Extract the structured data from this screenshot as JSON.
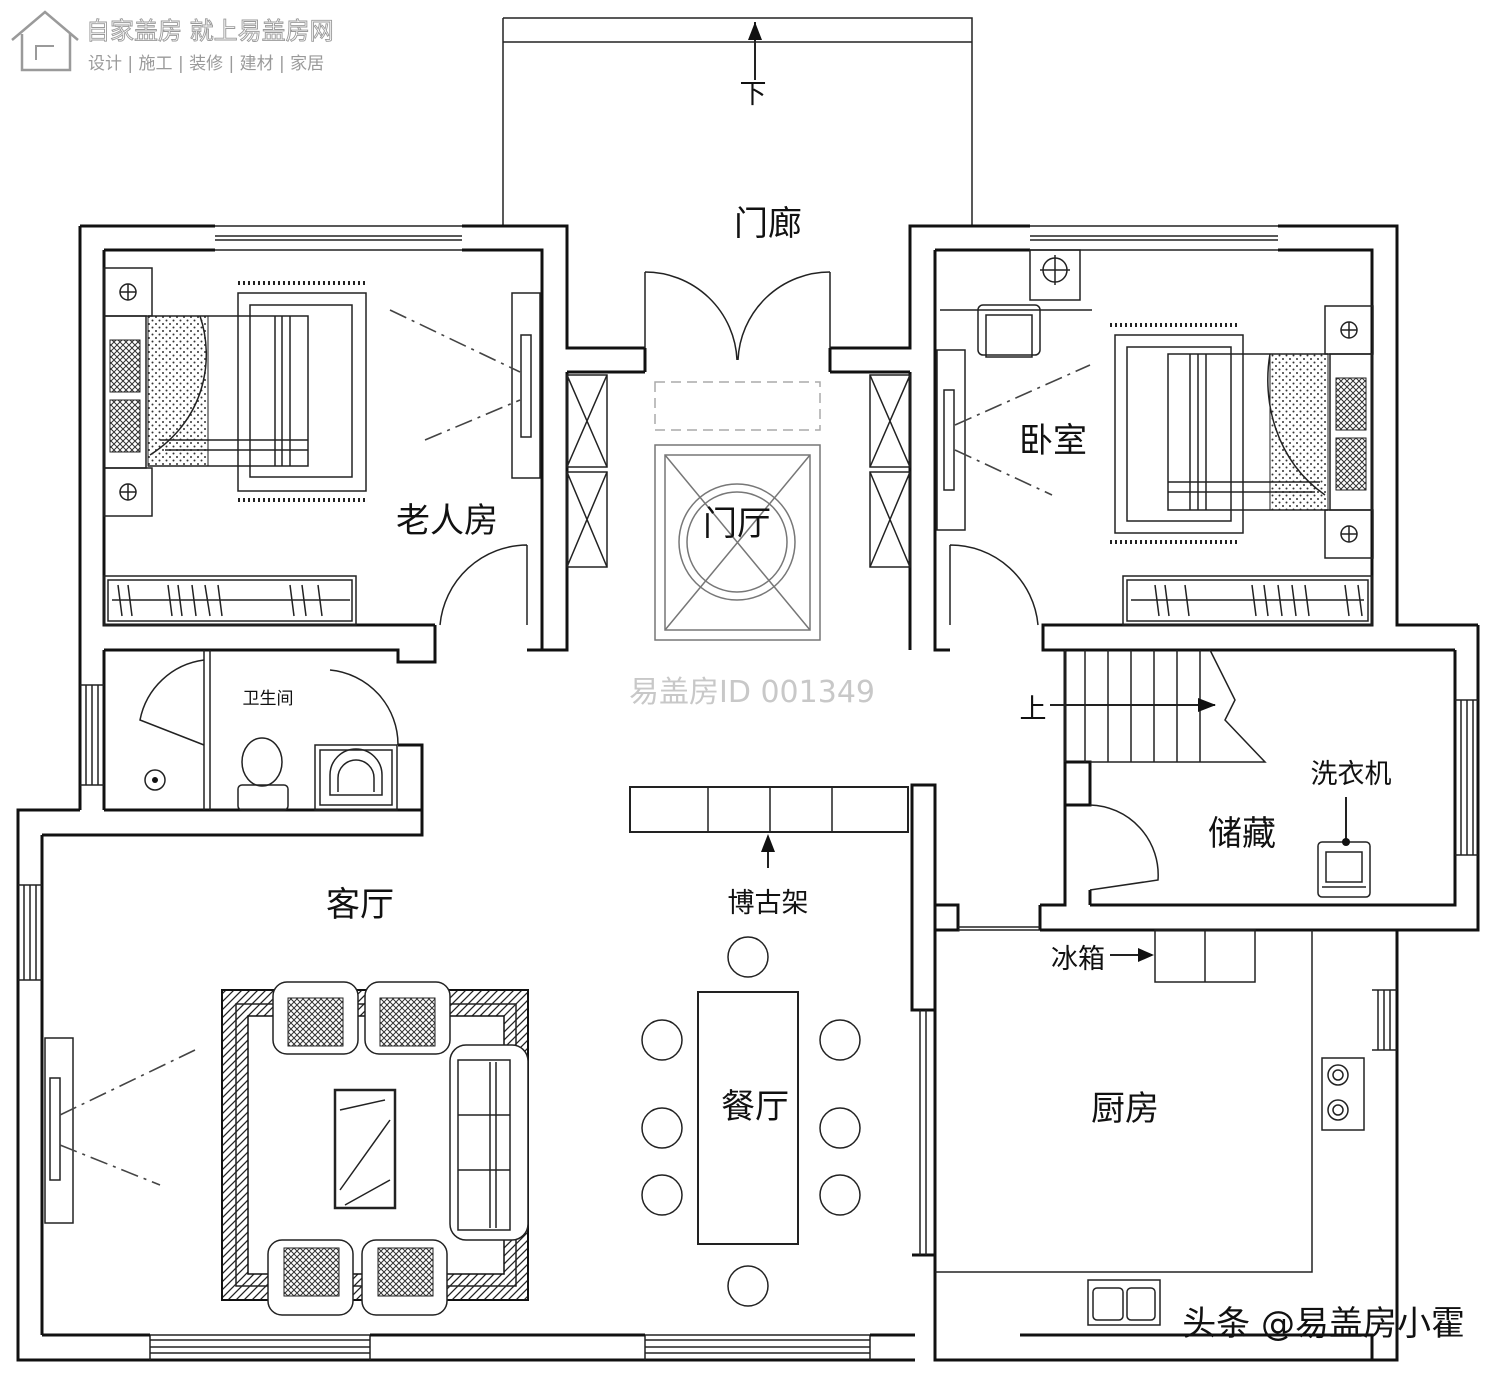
{
  "brand": {
    "title": "自家盖房 就上易盖房网",
    "tagline": "设计 | 施工 | 装修 | 建材 | 家居"
  },
  "rooms": {
    "porch": "门廊",
    "foyer": "门厅",
    "elder_room": "老人房",
    "bedroom": "卧室",
    "bathroom": "卫生间",
    "living_room": "客厅",
    "dining_room": "餐厅",
    "storage": "储藏",
    "kitchen": "厨房"
  },
  "labels": {
    "down": "下",
    "up": "上",
    "washer": "洗衣机",
    "fridge": "冰箱",
    "curio_shelf": "博古架"
  },
  "watermark": "易盖房ID 001349",
  "credit": "头条 @易盖房小霍"
}
